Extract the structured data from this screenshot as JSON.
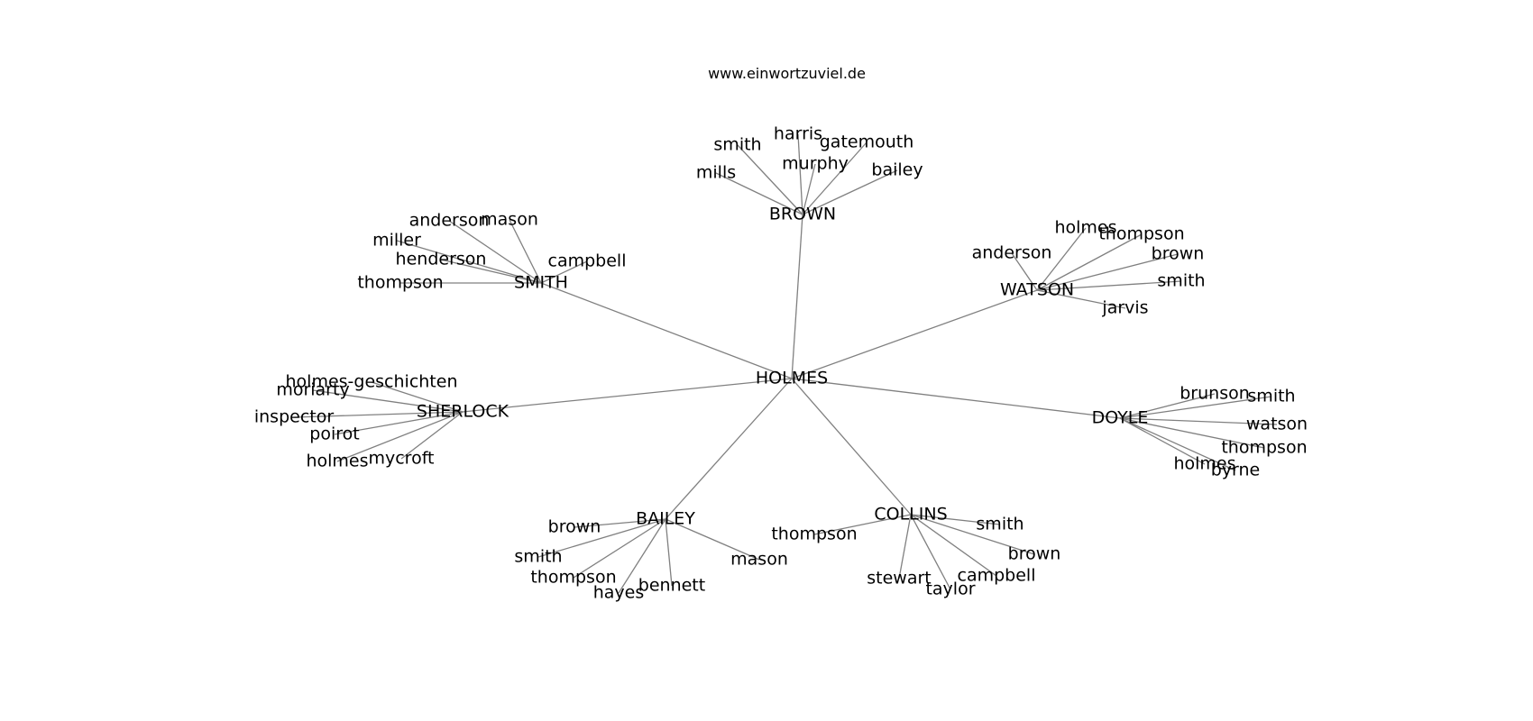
{
  "title": "www.einwortzuviel.de",
  "root": "HOLMES",
  "clusters": [
    {
      "name": "BROWN",
      "leaves": [
        "smith",
        "harris",
        "gatemouth",
        "murphy",
        "mills",
        "bailey"
      ]
    },
    {
      "name": "SMITH",
      "leaves": [
        "anderson",
        "mason",
        "miller",
        "henderson",
        "campbell",
        "thompson"
      ]
    },
    {
      "name": "WATSON",
      "leaves": [
        "holmes",
        "thompson",
        "anderson",
        "brown",
        "smith",
        "jarvis"
      ]
    },
    {
      "name": "SHERLOCK",
      "leaves": [
        "holmes-geschichten",
        "moriarty",
        "inspector",
        "poirot",
        "holmes",
        "mycroft"
      ]
    },
    {
      "name": "DOYLE",
      "leaves": [
        "brunson",
        "smith",
        "watson",
        "thompson",
        "holmes",
        "byrne"
      ]
    },
    {
      "name": "BAILEY",
      "leaves": [
        "brown",
        "smith",
        "thompson",
        "hayes",
        "bennett",
        "mason"
      ]
    },
    {
      "name": "COLLINS",
      "leaves": [
        "thompson",
        "smith",
        "brown",
        "stewart",
        "campbell",
        "taylor"
      ]
    }
  ]
}
